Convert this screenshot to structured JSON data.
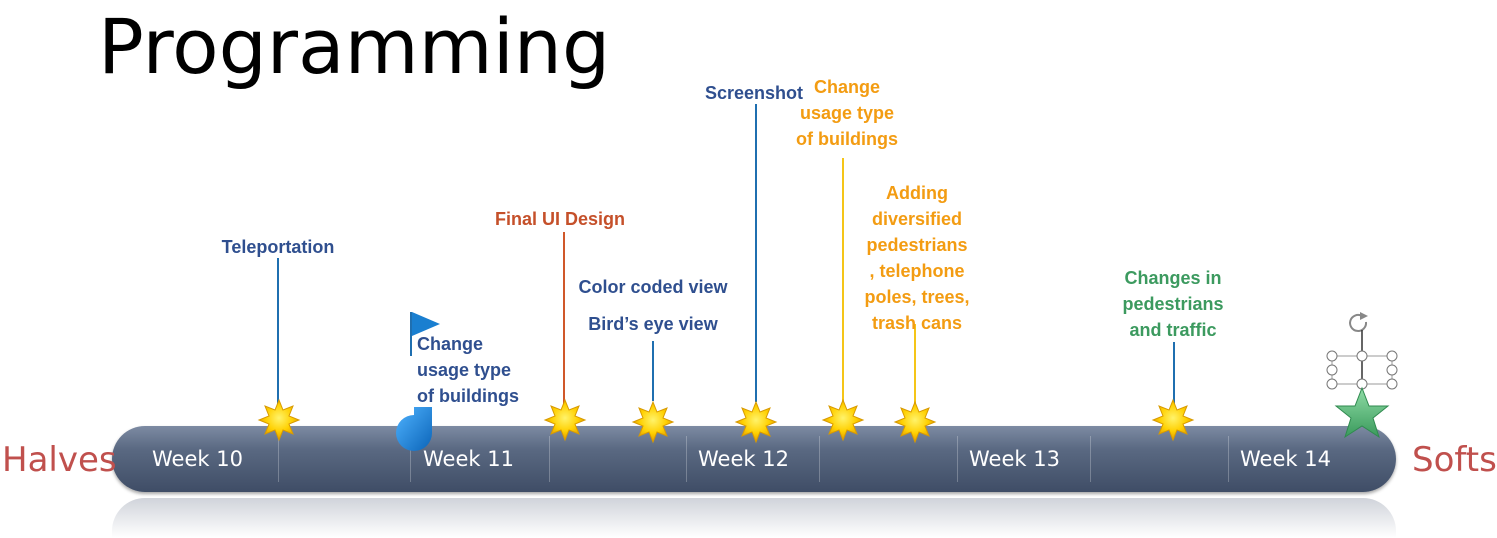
{
  "title": "Programming",
  "left_label": "Halves",
  "right_label": "Softs",
  "weeks": [
    "Week 10",
    "Week 11",
    "Week 12",
    "Week 13",
    "Week 14"
  ],
  "annotations": {
    "teleportation": "Teleportation",
    "change_usage_1": [
      "Change",
      "usage type",
      "of buildings"
    ],
    "final_ui": "Final UI Design",
    "color_coded": "Color coded view",
    "birds_eye": "Bird’s eye view",
    "screenshot": "Screenshot",
    "change_usage_2": [
      "Change",
      "usage type",
      "of buildings"
    ],
    "adding_ped": [
      "Adding",
      "diversified",
      "pedestrians",
      ", telephone",
      "poles, trees,",
      "trash cans"
    ],
    "changes_ped": [
      "Changes in",
      "pedestrians",
      "and traffic"
    ]
  },
  "colors": {
    "blue": "#2f4f8f",
    "orange": "#f39c12",
    "red": "#c5502a",
    "green": "#3c9a5f",
    "bar": "#4e5c75"
  },
  "icons": [
    "star-icon",
    "flag-icon",
    "drop-icon",
    "rotate-handle-icon"
  ]
}
